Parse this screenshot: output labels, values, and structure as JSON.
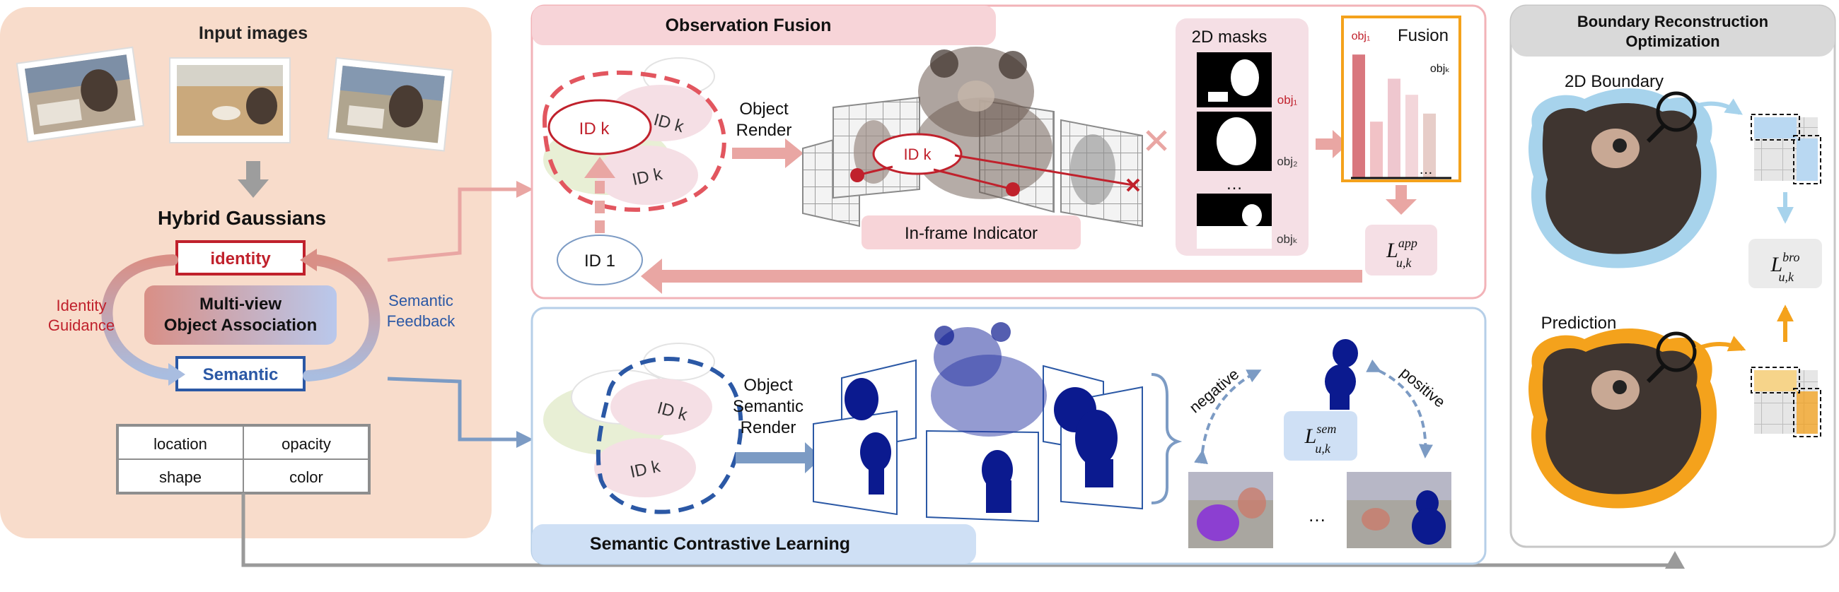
{
  "colors": {
    "left_panel": "#f8dccb",
    "fusion_border": "#f2b3b8",
    "fusion_header": "#f7d4d8",
    "semantic_border": "#b6cfe8",
    "semantic_header": "#cfe0f5",
    "right_panel_border": "#c7c7c7",
    "identity_red": "#c0212c",
    "semantic_blue": "#2b58a5",
    "pink_arrow": "#e9a6a3",
    "blue_arrow": "#7c9bc4",
    "orange": "#f4a21c",
    "light_blue": "#a7d3ec",
    "mask_blue": "#0b1a8f"
  },
  "left": {
    "input_images_label": "Input images",
    "hybrid_gaussians_label": "Hybrid Gaussians",
    "identity_label": "identity",
    "semantic_label": "Semantic",
    "association_line1": "Multi-view",
    "association_line2": "Object Association",
    "identity_guidance_line1": "Identity",
    "identity_guidance_line2": "Guidance",
    "semantic_feedback_line1": "Semantic",
    "semantic_feedback_line2": "Feedback",
    "attributes": [
      [
        "location",
        "opacity"
      ],
      [
        "shape",
        "color"
      ]
    ]
  },
  "fusion": {
    "title": "Observation Fusion",
    "id_k": "ID k",
    "id_1": "ID 1",
    "object_render_line1": "Object",
    "object_render_line2": "Render",
    "in_frame_indicator": "In-frame Indicator",
    "masks_title": "2D masks",
    "mask_labels": [
      "obj₁",
      "obj₂",
      "objₖ"
    ],
    "ellipsis": "…",
    "fusion_label": "Fusion",
    "fusion_obj1": "obj₁",
    "fusion_objk": "objₖ",
    "fusion_bars": [
      0.92,
      0.42,
      0.74,
      0.62,
      0.48
    ],
    "loss_app": "L",
    "loss_app_sup": "app",
    "loss_app_sub": "u,k"
  },
  "semantic": {
    "title": "Semantic Contrastive Learning",
    "id_k": "ID k",
    "render_line1": "Object",
    "render_line2": "Semantic",
    "render_line3": "Render",
    "negative_label": "negative",
    "positive_label": "positive",
    "loss_sem": "L",
    "loss_sem_sup": "sem",
    "loss_sem_sub": "u,k",
    "ellipsis": "…"
  },
  "boundary": {
    "title_line1": "Boundary Reconstruction",
    "title_line2": "Optimization",
    "boundary_label": "2D Boundary",
    "prediction_label": "Prediction",
    "loss_bro": "L",
    "loss_bro_sup": "bro",
    "loss_bro_sub": "u,k"
  }
}
